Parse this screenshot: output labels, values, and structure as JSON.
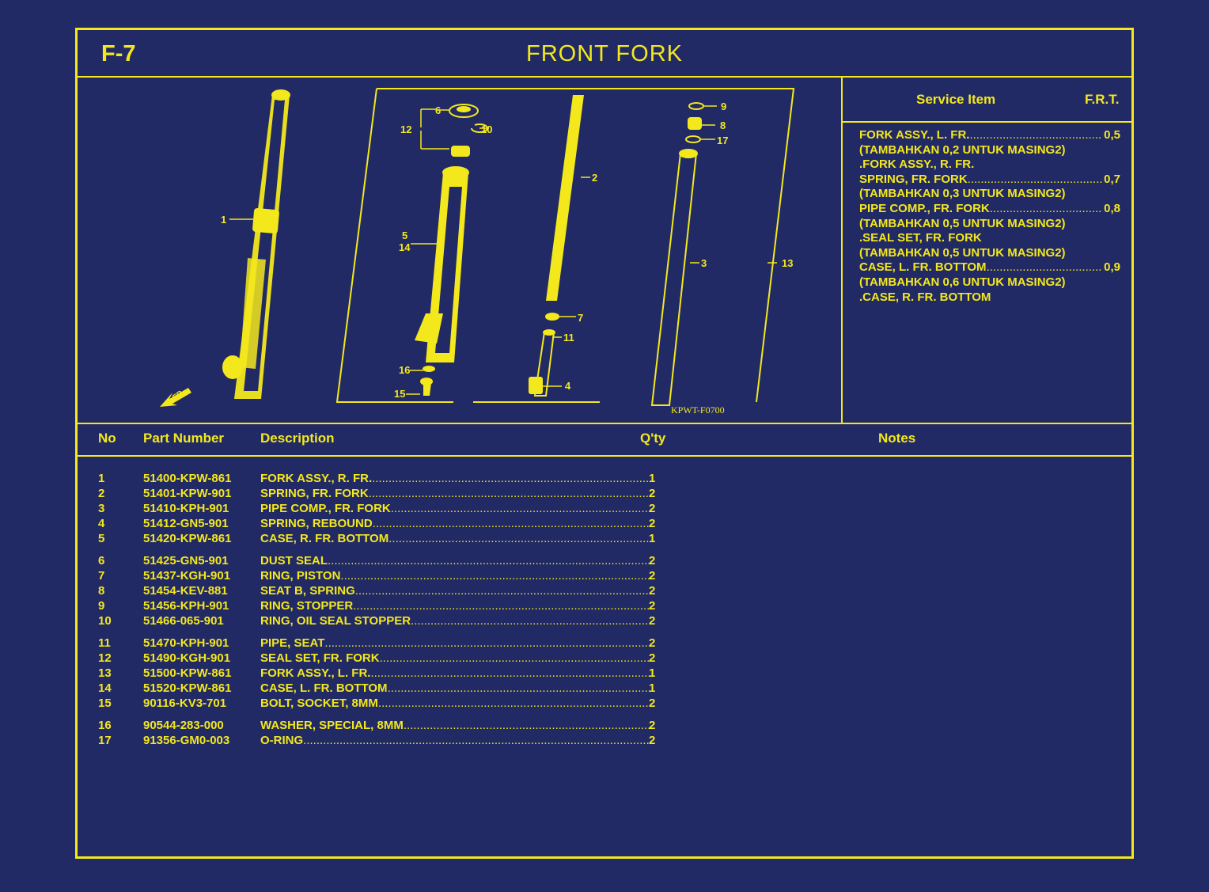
{
  "header": {
    "page_code": "F-7",
    "title": "FRONT  FORK"
  },
  "diagram": {
    "code": "KPWT-F0700",
    "direction_label": "FR.",
    "callouts": [
      "1",
      "2",
      "3",
      "4",
      "5",
      "6",
      "7",
      "8",
      "9",
      "10",
      "11",
      "12",
      "13",
      "14",
      "15",
      "16",
      "17"
    ]
  },
  "service": {
    "header_item": "Service Item",
    "header_frt": "F.R.T.",
    "rows": [
      {
        "text": "FORK ASSY., L. FR.",
        "time": "0,5"
      },
      {
        "text": "(TAMBAHKAN 0,2 UNTUK MASING2)",
        "time": ""
      },
      {
        "text": ".FORK ASSY., R. FR.",
        "time": ""
      },
      {
        "text": "SPRING, FR. FORK",
        "time": "0,7"
      },
      {
        "text": "(TAMBAHKAN 0,3 UNTUK MASING2)",
        "time": ""
      },
      {
        "text": "PIPE COMP., FR. FORK",
        "time": "0,8"
      },
      {
        "text": "(TAMBAHKAN 0,5 UNTUK MASING2)",
        "time": ""
      },
      {
        "text": ".SEAL SET, FR. FORK",
        "time": ""
      },
      {
        "text": "(TAMBAHKAN 0,5 UNTUK MASING2)",
        "time": ""
      },
      {
        "text": "CASE, L. FR. BOTTOM",
        "time": "0,9"
      },
      {
        "text": "(TAMBAHKAN 0,6 UNTUK MASING2)",
        "time": ""
      },
      {
        "text": ".CASE, R. FR. BOTTOM",
        "time": ""
      }
    ]
  },
  "columns": {
    "no": "No",
    "part_number": "Part Number",
    "description": "Description",
    "qty": "Q'ty",
    "notes": "Notes"
  },
  "parts": [
    {
      "no": "1",
      "pn": "51400-KPW-861",
      "desc": "FORK ASSY., R. FR.",
      "qty": "1"
    },
    {
      "no": "2",
      "pn": "51401-KPW-901",
      "desc": "SPRING, FR. FORK",
      "qty": "2"
    },
    {
      "no": "3",
      "pn": "51410-KPH-901",
      "desc": "PIPE COMP., FR. FORK",
      "qty": "2"
    },
    {
      "no": "4",
      "pn": "51412-GN5-901",
      "desc": "SPRING, REBOUND",
      "qty": "2"
    },
    {
      "no": "5",
      "pn": "51420-KPW-861",
      "desc": "CASE, R. FR. BOTTOM",
      "qty": "1"
    },
    {
      "no": "6",
      "pn": "51425-GN5-901",
      "desc": "DUST SEAL",
      "qty": "2"
    },
    {
      "no": "7",
      "pn": "51437-KGH-901",
      "desc": "RING, PISTON",
      "qty": "2"
    },
    {
      "no": "8",
      "pn": "51454-KEV-881",
      "desc": "SEAT B, SPRING",
      "qty": "2"
    },
    {
      "no": "9",
      "pn": "51456-KPH-901",
      "desc": "RING, STOPPER",
      "qty": "2"
    },
    {
      "no": "10",
      "pn": "51466-065-901",
      "desc": "RING, OIL SEAL STOPPER",
      "qty": "2"
    },
    {
      "no": "11",
      "pn": "51470-KPH-901",
      "desc": "PIPE, SEAT",
      "qty": "2"
    },
    {
      "no": "12",
      "pn": "51490-KGH-901",
      "desc": "SEAL SET, FR. FORK",
      "qty": "2"
    },
    {
      "no": "13",
      "pn": "51500-KPW-861",
      "desc": "FORK ASSY., L. FR.",
      "qty": "1"
    },
    {
      "no": "14",
      "pn": "51520-KPW-861",
      "desc": "CASE, L. FR. BOTTOM",
      "qty": "1"
    },
    {
      "no": "15",
      "pn": "90116-KV3-701",
      "desc": "BOLT, SOCKET, 8MM",
      "qty": "2"
    },
    {
      "no": "16",
      "pn": "90544-283-000",
      "desc": "WASHER, SPECIAL, 8MM",
      "qty": "2"
    },
    {
      "no": "17",
      "pn": "91356-GM0-003",
      "desc": "O-RING",
      "qty": "2"
    }
  ],
  "colors": {
    "background": "#222a66",
    "ink": "#f3e81c"
  }
}
